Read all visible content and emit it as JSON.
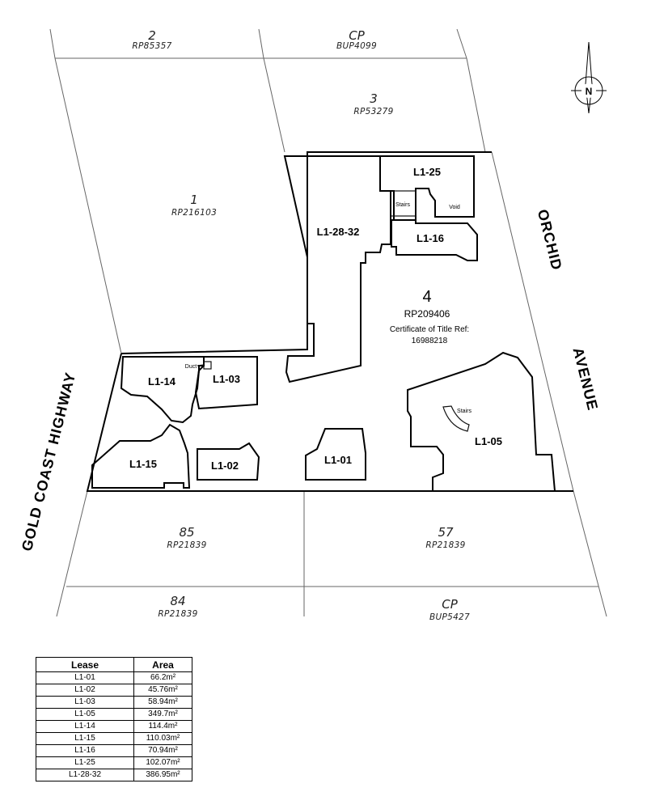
{
  "parcels": [
    {
      "id": "p2",
      "number": "2",
      "ref": "RP85357"
    },
    {
      "id": "pcp-top",
      "number": "CP",
      "ref": "BUP4099"
    },
    {
      "id": "p3",
      "number": "3",
      "ref": "RP53279"
    },
    {
      "id": "p1",
      "number": "1",
      "ref": "RP216103"
    },
    {
      "id": "p85",
      "number": "85",
      "ref": "RP21839"
    },
    {
      "id": "p57",
      "number": "57",
      "ref": "RP21839"
    },
    {
      "id": "p84",
      "number": "84",
      "ref": "RP21839"
    },
    {
      "id": "pcp-bottom",
      "number": "CP",
      "ref": "BUP5427"
    }
  ],
  "lot4": {
    "number": "4",
    "ref": "RP209406",
    "certificate_label": "Certificate of Title Ref:",
    "certificate_number": "16988218"
  },
  "roads": {
    "highway": "GOLD COAST HIGHWAY",
    "orchid": "ORCHID",
    "avenue": "AVENUE"
  },
  "compass": {
    "label": "N"
  },
  "plan_labels": {
    "L1_25": "L1-25",
    "L1_16": "L1-16",
    "L1_28_32": "L1-28-32",
    "L1_14": "L1-14",
    "L1_03": "L1-03",
    "L1_15": "L1-15",
    "L1_02": "L1-02",
    "L1_01": "L1-01",
    "L1_05": "L1-05",
    "stairs_north": "Stairs",
    "void": "Void",
    "duct": "Duct",
    "stairs_east": "Stairs"
  },
  "table": {
    "headers": {
      "lease": "Lease",
      "area": "Area"
    },
    "rows": [
      {
        "lease": "L1-01",
        "area": "66.2m²"
      },
      {
        "lease": "L1-02",
        "area": "45.76m²"
      },
      {
        "lease": "L1-03",
        "area": "58.94m²"
      },
      {
        "lease": "L1-05",
        "area": "349.7m²"
      },
      {
        "lease": "L1-14",
        "area": "114.4m²"
      },
      {
        "lease": "L1-15",
        "area": "110.03m²"
      },
      {
        "lease": "L1-16",
        "area": "70.94m²"
      },
      {
        "lease": "L1-25",
        "area": "102.07m²"
      },
      {
        "lease": "L1-28-32",
        "area": "386.95m²"
      }
    ]
  }
}
